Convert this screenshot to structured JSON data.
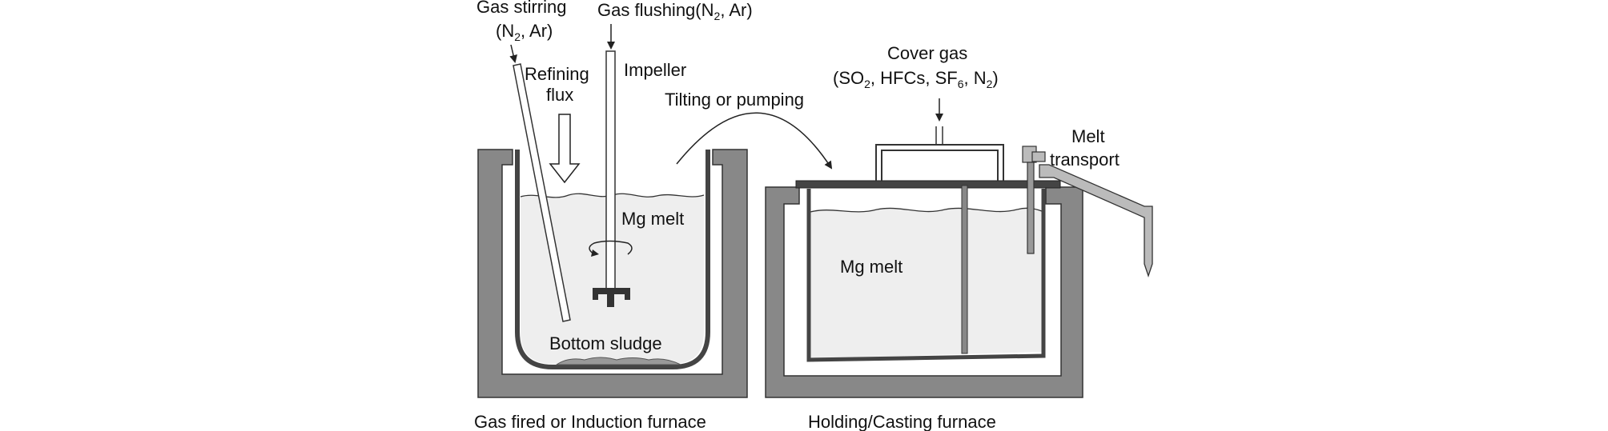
{
  "labels": {
    "gas_stirring": "Gas stirring",
    "gas_stirring_formula_open": "(N",
    "gas_stirring_formula_sub": "2",
    "gas_stirring_formula_close": ", Ar)",
    "gas_flushing": "Gas flushing(N",
    "gas_flushing_sub": "2",
    "gas_flushing_close": ", Ar)",
    "refining": "Refining",
    "flux": "flux",
    "impeller": "Impeller",
    "tilting": "Tilting or pumping",
    "cover_gas": "Cover gas",
    "cover_gas_formula_1": "(SO",
    "cover_gas_formula_sub_1": "2",
    "cover_gas_formula_2": ", HFCs, SF",
    "cover_gas_formula_sub_2": "6",
    "cover_gas_formula_3": ", N",
    "cover_gas_formula_sub_3": "2",
    "cover_gas_formula_4": ")",
    "melt": "Melt",
    "transport": "transport",
    "mg_melt_left": "Mg melt",
    "mg_melt_right": "Mg melt",
    "bottom_sludge": "Bottom sludge",
    "furnace_left": "Gas fired or Induction furnace",
    "furnace_right": "Holding/Casting furnace"
  },
  "colors": {
    "wall": "#888888",
    "melt": "#eeeeee",
    "stroke": "#333333",
    "dark": "#444444"
  }
}
